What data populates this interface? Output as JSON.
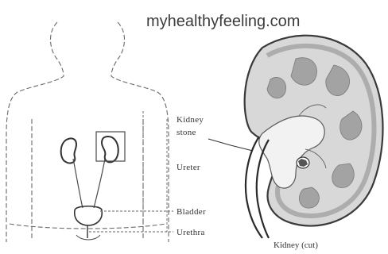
{
  "watermark": "myhealthyfeeling.com",
  "labels": {
    "kidney_stone_line1": "Kidney",
    "kidney_stone_line2": "stone",
    "ureter": "Ureter",
    "bladder": "Bladder",
    "urethra": "Urethra",
    "kidney_cut": "Kidney (cut)"
  },
  "colors": {
    "line": "#4a4a4a",
    "kidney_shade": "#9a9a9a",
    "background": "#ffffff"
  }
}
